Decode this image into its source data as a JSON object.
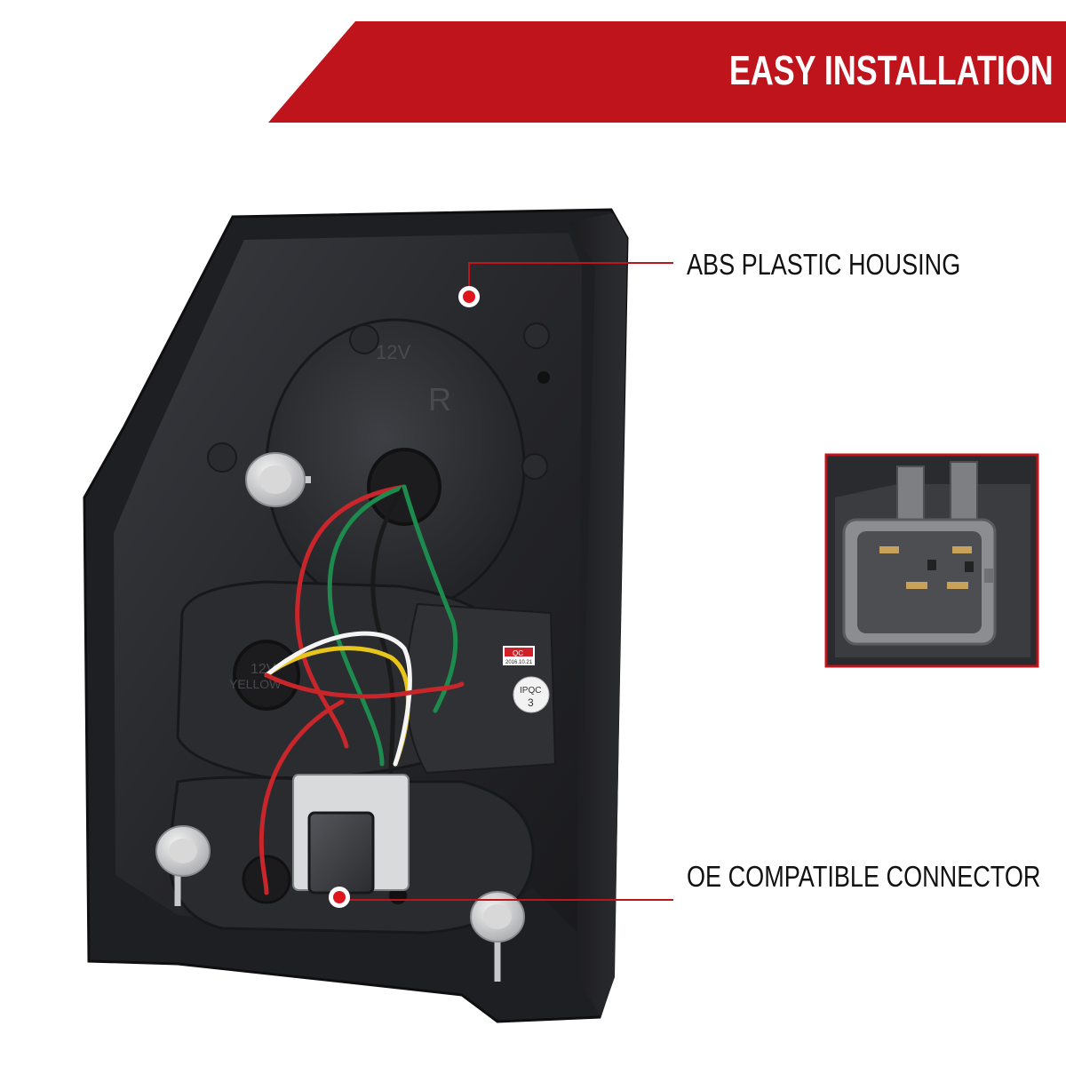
{
  "banner": {
    "title": "EASY INSTALLATION",
    "color": "#c0141c"
  },
  "callouts": {
    "housing": "ABS PLASTIC HOUSING",
    "connector": "OE COMPATIBLE CONNECTOR",
    "line_color": "#c0141c",
    "marker_color": "#e0141c"
  },
  "molded_text": {
    "voltage": "12V",
    "side": "R",
    "bulb_label_lower": "12V",
    "bulb_color_lower": "YELLOW"
  },
  "stickers": {
    "qc": "QC",
    "qc_date": "2016.10.21",
    "ipqc": "IPQC",
    "ipqc_number": "3"
  },
  "icons": {
    "callout_marker": "red-dot-marker-icon"
  }
}
